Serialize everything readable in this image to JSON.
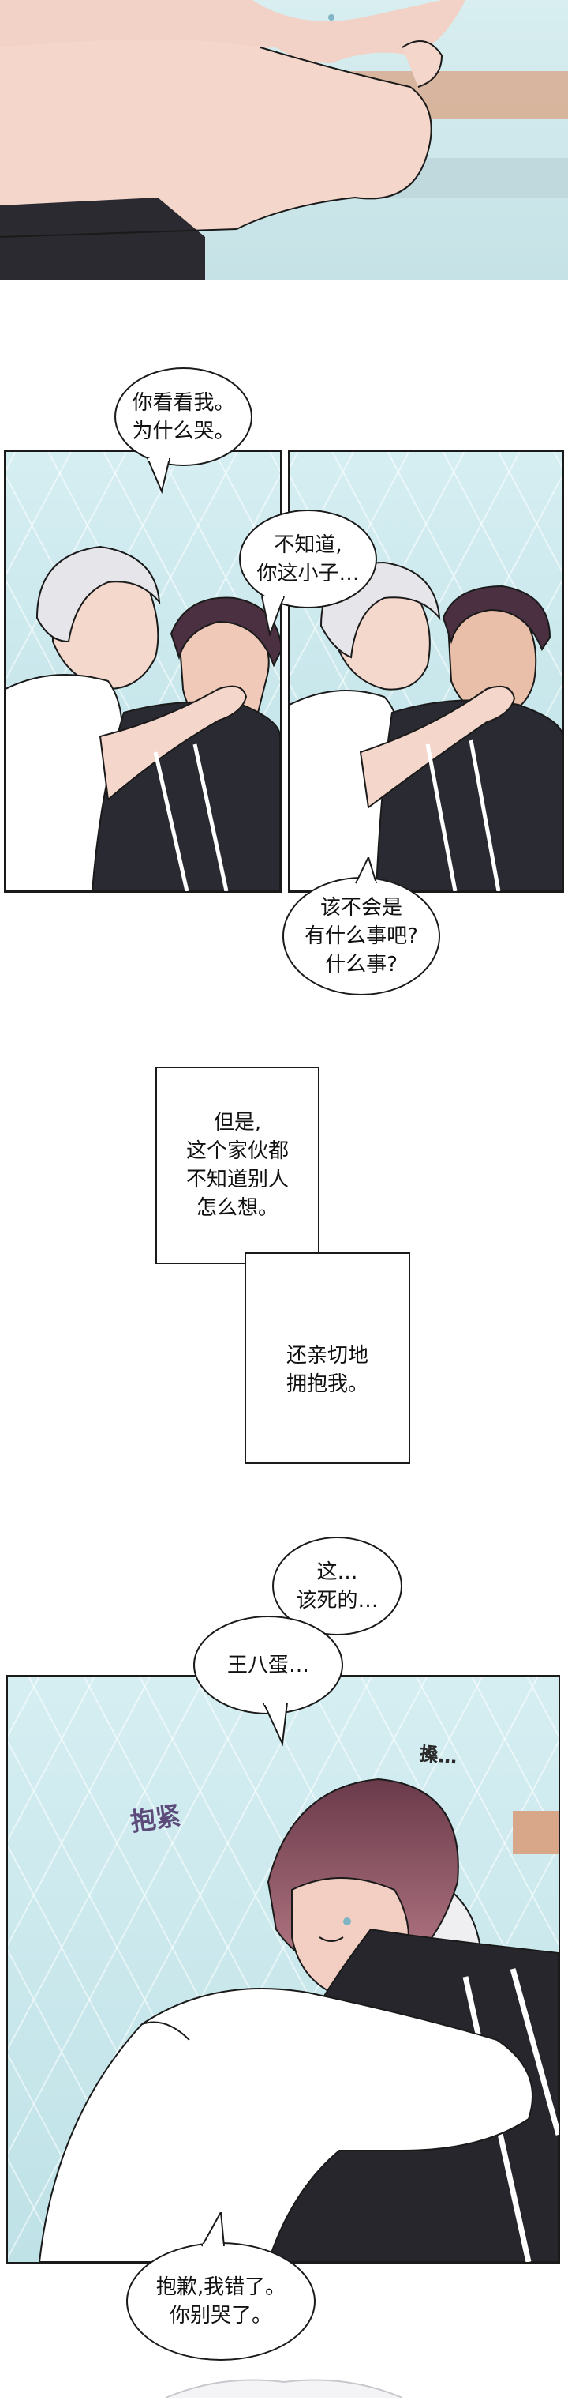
{
  "panel1": {},
  "bubbles": {
    "b1": "你看看我。\n为什么哭。",
    "b2": "不知道,\n你这小子…",
    "b3": "该不会是\n有什么事吧?\n什么事?",
    "b4": "这…\n该死的…",
    "b5": "王八蛋…",
    "b6": "抱歉,我错了。\n你别哭了。"
  },
  "narration": {
    "n1": "但是,\n这个家伙都\n不知道别人\n怎么想。",
    "n2": "还亲切地\n拥抱我。"
  },
  "sfx": {
    "s1": "抱紧",
    "s2": "搡…"
  },
  "colors": {
    "ink": "#1a1a1a",
    "background_blue": "#cfe9ee",
    "skin": "#f3d3c8",
    "hair_dark": "#4a3040",
    "sfx_purple": "#5b4a7a"
  }
}
